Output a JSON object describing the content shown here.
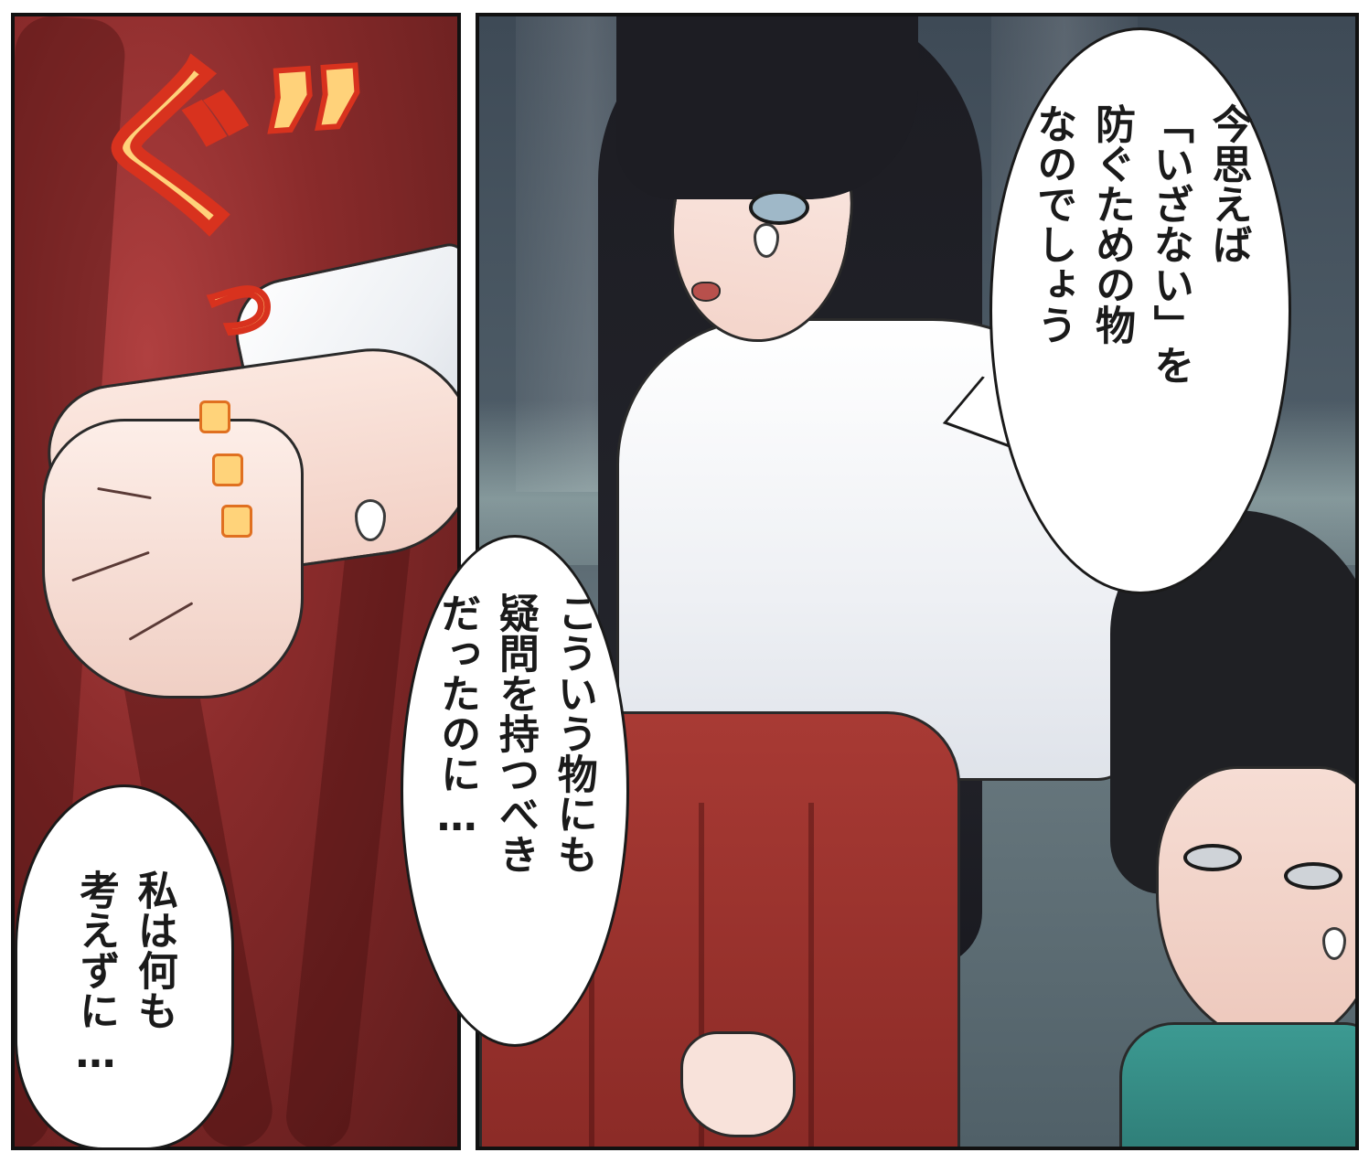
{
  "sound_effect": {
    "main": "ぐ",
    "dakuten": "”",
    "small": "っ"
  },
  "speech": {
    "top_right": "今思えば\n「いざない」を\n防ぐための物\nなのでしょう",
    "middle": "こういう物にも\n疑問を持つべき\nだったのに…",
    "bottom_left": "私は何も\n考えずに…"
  },
  "colors": {
    "sfx_fill": "#ffd27a",
    "sfx_outline": "#d8321e",
    "hakama_red": "#a83a34",
    "kimono_white": "#ffffff",
    "boy_shirt_teal": "#3c9a92"
  }
}
